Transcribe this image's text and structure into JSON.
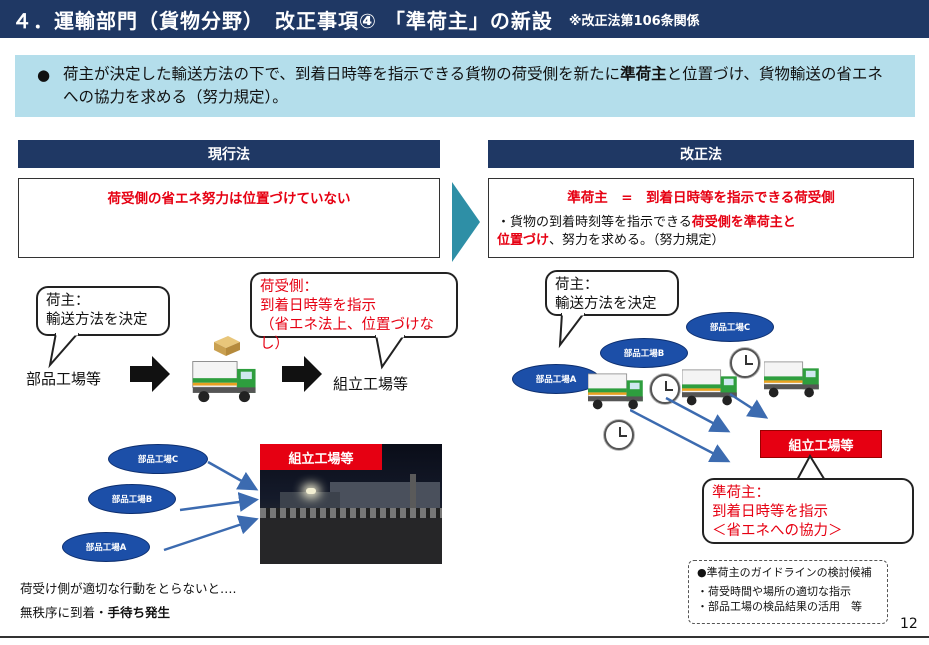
{
  "header": {
    "title": "４．運輸部門（貨物分野）　改正事項④ 「準荷主」の新設",
    "note": "※改正法第106条関係"
  },
  "summary": {
    "bullet": "●",
    "text_part1": "荷主が決定した輸送方法の下で、到着日時等を指示できる貨物の荷受側を新たに",
    "text_bold": "準荷主",
    "text_part2": "と位置づけ、貨物輸送の省エネへの協力を求める（努力規定）。"
  },
  "left": {
    "header": "現行法",
    "box_text": "荷受側の省エネ努力は位置づけていない",
    "shipper_bubble_l1": "荷主：",
    "shipper_bubble_l2": "輸送方法を決定",
    "receiver_bubble_l1": "荷受側：",
    "receiver_bubble_l2": "到着日時等を指示",
    "receiver_bubble_l3": "（省エネ法上、位置づけなし）",
    "from_label": "部品工場等",
    "to_label": "組立工場等",
    "factories": [
      "部品工場C",
      "部品工場B",
      "部品工場A"
    ],
    "photo_label": "組立工場等",
    "caption_l1": "荷受け側が適切な行動をとらないと….",
    "caption_l2_pre": "無秩序に到着・",
    "caption_l2_bold": "手待ち発生"
  },
  "right": {
    "header": "改正法",
    "box_title": "準荷主　=　到着日時等を指示できる荷受側",
    "box_pre": "・貨物の到着時刻等を指示できる",
    "box_red1": "荷受側を準荷主と",
    "box_red2": "位置づけ",
    "box_post": "、努力を求める。（努力規定）",
    "shipper_bubble_l1": "荷主：",
    "shipper_bubble_l2": "輸送方法を決定",
    "factories": [
      "部品工場A",
      "部品工場B",
      "部品工場C"
    ],
    "assembly_label": "組立工場等",
    "quasi_bubble_l1": "準荷主：",
    "quasi_bubble_l2": "到着日時等を指示",
    "quasi_bubble_l3": "＜省エネへの協力＞",
    "guide_title": "●準荷主のガイドラインの検討候補",
    "guide_item1": "・荷受時間や場所の適切な指示",
    "guide_item2": "・部品工場の検品結果の活用　等"
  },
  "page_number": "12",
  "colors": {
    "navy": "#1f3864",
    "light_blue": "#b4deeb",
    "red": "#e60012",
    "teal_arrow": "#2e8fa6",
    "ellipse_blue": "#1c4fa8"
  }
}
